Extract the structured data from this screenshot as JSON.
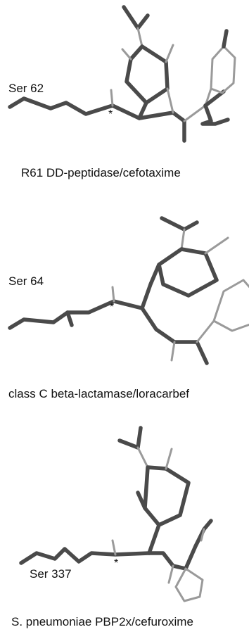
{
  "panels": [
    {
      "residue": "Ser 62",
      "caption": "R61 DD-peptidase/cefotaxime",
      "marker": "*"
    },
    {
      "residue": "Ser 64",
      "caption": "class C beta-lactamase/loracarbef",
      "marker": "*"
    },
    {
      "residue": "Ser 337",
      "caption": "S. pneumoniae  PBP2x/cefuroxime",
      "marker": "*"
    }
  ],
  "colors": {
    "bond_dark": "#4a4a4a",
    "bond_light": "#9a9a9a",
    "text": "#111111",
    "background": "#ffffff"
  }
}
